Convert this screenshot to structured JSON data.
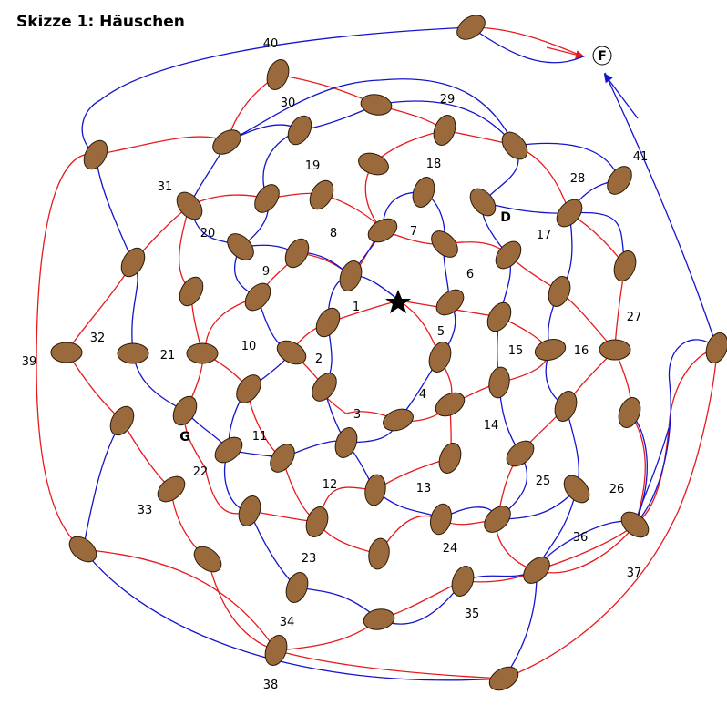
{
  "title": "Skizze 1: Häuschen",
  "colors": {
    "red": "#e8191c",
    "blue": "#1414cc",
    "stone": "#9b6a3c",
    "stone_outline": "#2a1a08"
  },
  "markers": {
    "start_icon": "star-icon",
    "finish": "F",
    "d": "D",
    "g": "G"
  },
  "numbers": [
    "1",
    "2",
    "3",
    "4",
    "5",
    "6",
    "7",
    "8",
    "9",
    "10",
    "11",
    "12",
    "13",
    "14",
    "15",
    "16",
    "17",
    "18",
    "19",
    "20",
    "21",
    "22",
    "23",
    "24",
    "25",
    "26",
    "27",
    "28",
    "29",
    "30",
    "31",
    "32",
    "33",
    "34",
    "35",
    "36",
    "37",
    "38",
    "39",
    "40",
    "41"
  ]
}
